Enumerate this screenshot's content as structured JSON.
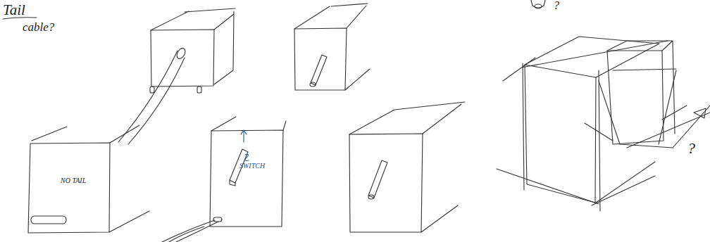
{
  "diagram": {
    "labels": [
      "Tail",
      "cable?",
      "NO TAIL",
      "SWITCH",
      "?",
      "?"
    ]
  }
}
